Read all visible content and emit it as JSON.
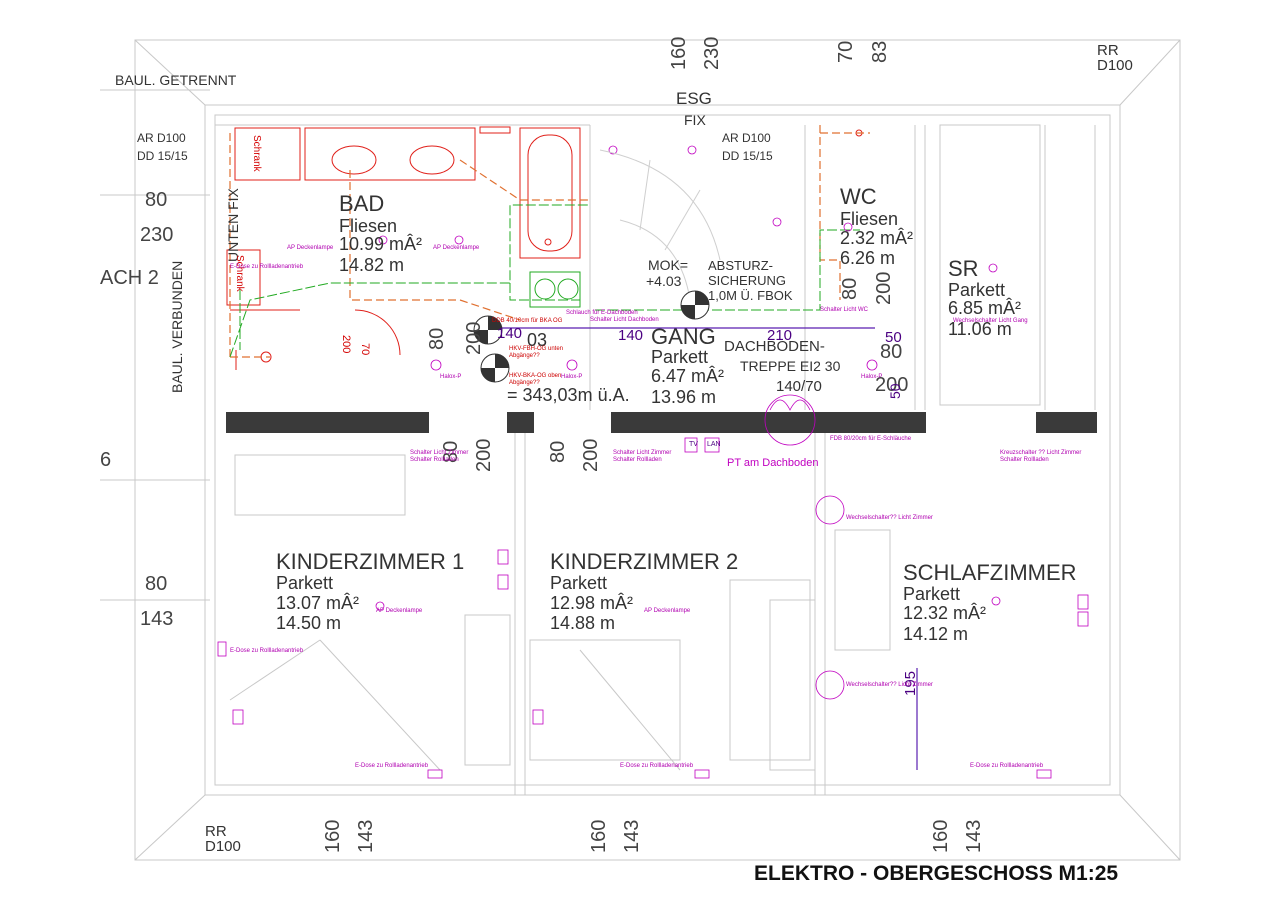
{
  "title": "ELEKTRO - OBERGESCHOSS M1:25",
  "top_dims": [
    "160",
    "230",
    "70",
    "83"
  ],
  "bottom_dims": [
    "160",
    "143",
    "160",
    "143",
    "160",
    "143"
  ],
  "labels": {
    "baul_getrennt": "BAUL. GETRENNT",
    "baul_verbunden": "BAUL. VERBUNDEN",
    "esg": "ESG",
    "fix": "FIX",
    "unten_fix": "UNTEN FIX",
    "rr_top": "RR",
    "d100_top": "D100",
    "rr_bottom": "RR",
    "d100_bottom": "D100",
    "ar_d100_left": "AR D100",
    "dd_left": "DD 15/15",
    "ar_d100_right": "AR D100",
    "dd_right": "DD 15/15",
    "ach2": "ACH 2",
    "left_80": "80",
    "left_230": "230",
    "left_80b": "80",
    "left_143": "143",
    "left_6": "6",
    "mok": "MOK=",
    "mok_val": "+4.03",
    "absturz1": "ABSTURZ-",
    "absturz2": "SICHERUNG",
    "absturz3": "1,0M Ü. FBOK",
    "dachboden1": "DACHBODEN-",
    "dachboden2": "TREPPE EI2 30",
    "dachboden3": "140/70",
    "ua": "= 343,03m ü.A.",
    "pt_dachboden": "PT am Dachboden",
    "schrank": "Schrank",
    "schrank2": "Schrank"
  },
  "rooms": {
    "bad": {
      "name": "BAD",
      "floor": "Fliesen",
      "area": "10.99 mÂ²",
      "perimeter": "14.82 m"
    },
    "wc": {
      "name": "WC",
      "floor": "Fliesen",
      "area": "2.32 mÂ²",
      "perimeter": "6.26 m"
    },
    "sr": {
      "name": "SR",
      "floor": "Parkett",
      "area": "6.85 mÂ²",
      "perimeter": "11.06 m"
    },
    "gang": {
      "name": "GANG",
      "floor": "Parkett",
      "area": "6.47 mÂ²",
      "perimeter": "13.96 m"
    },
    "k1": {
      "name": "KINDERZIMMER 1",
      "floor": "Parkett",
      "area": "13.07 mÂ²",
      "perimeter": "14.50 m"
    },
    "k2": {
      "name": "KINDERZIMMER 2",
      "floor": "Parkett",
      "area": "12.98 mÂ²",
      "perimeter": "14.88 m"
    },
    "schlaf": {
      "name": "SCHLAFZIMMER",
      "floor": "Parkett",
      "area": "12.32 mÂ²",
      "perimeter": "14.12 m"
    }
  },
  "inner_dims": {
    "d80a": "80",
    "d200a": "200",
    "d80b": "80",
    "d200b": "200",
    "d80c": "80",
    "d200c": "200",
    "d80d": "80",
    "d200d": "200",
    "d80e": "80",
    "d200e": "200",
    "d140a": "140",
    "d03": "03",
    "d140b": "140",
    "d210": "210",
    "d50a": "50",
    "d80f": "80",
    "d200f": "200",
    "d50b": "50",
    "d70": "70",
    "d200g": "200",
    "d195": "195"
  },
  "notes": {
    "ap_deckenlampe": "AP Deckenlampe",
    "edose_rolladen": "E-Dose zu Rollladenantrieb",
    "halox": "Halox-P",
    "schalter_licht_zimmer": "Schalter Licht Zimmer",
    "schalter_rolladen": "Schalter Rollladen",
    "schalter_licht_wc": "Schalter Licht WC",
    "wechselschalter_zimmer": "Wechselschalter?? Licht Zimmer",
    "kreuzschalter": "Kreuzschalter ?? Licht Zimmer",
    "fdb": "FDB 80/20cm für E-Schläuche",
    "tv": "TV",
    "lan": "LAN",
    "wechselschalter_gang": "Wechselschalter Licht Gang",
    "schlauch": "Schlauch für E-Dachboden",
    "schalter_licht_dachboden": "Schalter Licht Dachboden",
    "ddb": "DDB 40/10cm für BKA OG",
    "hkv1": "HKV-FBH-OG unten",
    "hkv2": "Abgänge??",
    "hkv3": "HKV-BKA-OG oben",
    "hkv4": "Abgänge??"
  },
  "colors": {
    "wall": "#3a3a3a",
    "outline": "#b0b0b0",
    "plumbing": "#e0201a",
    "electric": "#c000c0",
    "dimension": "#5a1fb0",
    "green": "#22aa22"
  }
}
